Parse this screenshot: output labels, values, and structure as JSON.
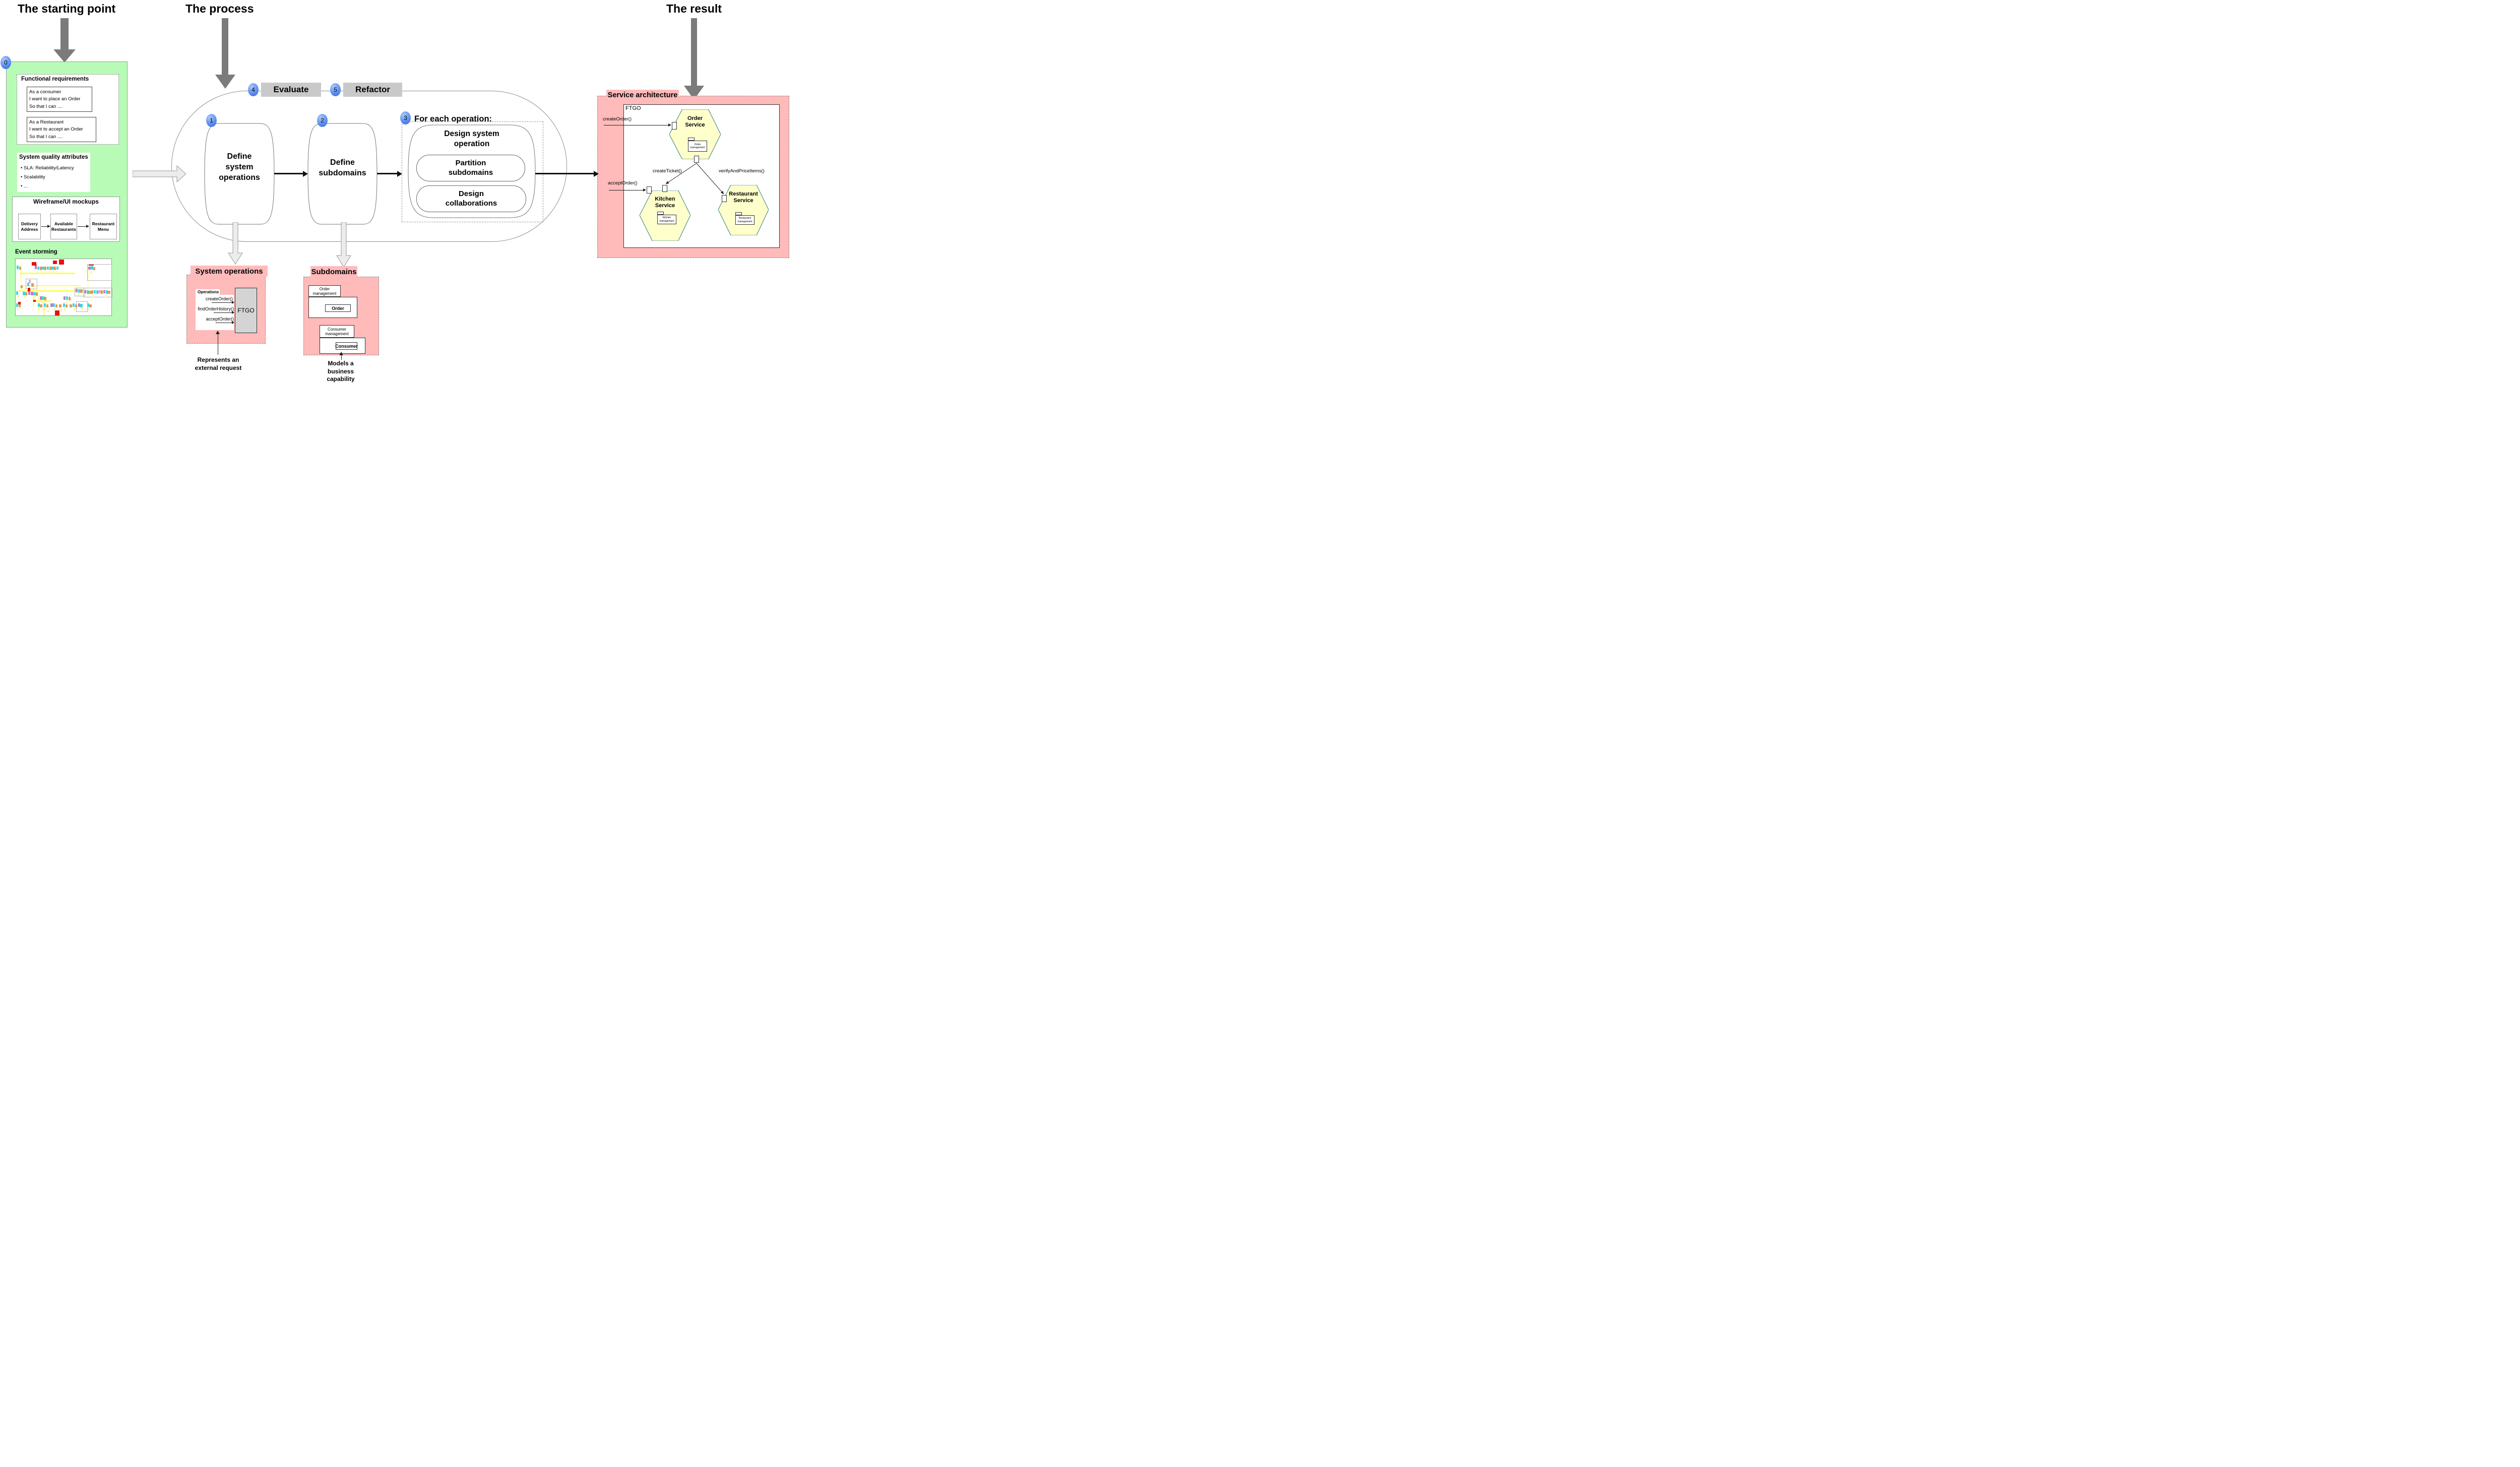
{
  "titles": {
    "starting_point": "The starting point",
    "process": "The process",
    "result": "The result"
  },
  "steps": {
    "s0": "0",
    "s1": "1",
    "s2": "2",
    "s3": "3",
    "s4": "4",
    "s5": "5"
  },
  "process": {
    "evaluate": "Evaluate",
    "refactor": "Refactor",
    "step1": "Define\nsystem\noperations",
    "step2": "Define\nsubdomains",
    "step3_title": "For each operation:",
    "design_system_operation": "Design system\noperation",
    "partition_subdomains": "Partition\nsubdomains",
    "design_collaborations": "Design\ncollaborations"
  },
  "starting_point": {
    "functional_requirements": {
      "title": "Functional requirements",
      "story1": "As a consumer\nI want to place an Order\nSo that I can ....",
      "story2": "As a Restaurant\nI want to accept an Order\nSo that I can ...."
    },
    "quality_attributes": {
      "title": "System quality attributes",
      "items": [
        "• SLA: Reliability/Latency",
        "• Scalability",
        "• ..."
      ]
    },
    "wireframes": {
      "title": "Wireframe/UI mockups",
      "screens": [
        "Delivery\nAddress",
        "Available\nRestaurants",
        "Restaurant\nMenu"
      ]
    },
    "event_storming": {
      "title": "Event storming",
      "palette": {
        "c": "#3ed8e0",
        "o": "#e29b52",
        "p": "#b283cf",
        "y": "#fcf6a0",
        "Y": "#ffff4f",
        "r": "#e81010",
        "k": "#efa8d2"
      },
      "notes": [
        [
          5,
          8,
          0.8,
          34,
          "Y"
        ],
        [
          75,
          9,
          0.8,
          58,
          "Y"
        ],
        [
          18,
          52,
          0.8,
          32,
          "Y"
        ],
        [
          23,
          60,
          0.8,
          36,
          "Y"
        ],
        [
          29,
          77,
          0.8,
          23,
          "Y"
        ],
        [
          4,
          24,
          58,
          3,
          "Y"
        ],
        [
          8,
          46,
          60,
          2.5,
          "Y"
        ],
        [
          3,
          55,
          72,
          3,
          "Y"
        ],
        [
          20,
          73,
          17,
          2.5,
          "Y"
        ],
        [
          17,
          5,
          4.5,
          7,
          "r"
        ],
        [
          39,
          3,
          4,
          6,
          "r"
        ],
        [
          45.5,
          0.5,
          5,
          9,
          "r"
        ],
        [
          20,
          10,
          2,
          2.5,
          "r"
        ],
        [
          76.5,
          9.5,
          5,
          2.5,
          "r"
        ],
        [
          12.5,
          51,
          2.5,
          7,
          "r"
        ],
        [
          18.5,
          72,
          2.5,
          4,
          "r"
        ],
        [
          2.5,
          76,
          2.5,
          4,
          "r"
        ],
        [
          41,
          91,
          5,
          9,
          "r"
        ],
        [
          74.5,
          9,
          25,
          28,
          "b"
        ],
        [
          10.5,
          35,
          11,
          17,
          "b"
        ],
        [
          61.5,
          51,
          10,
          13,
          "b"
        ],
        [
          70.5,
          51,
          29.5,
          15,
          "b"
        ],
        [
          63,
          75,
          11,
          17,
          "b"
        ],
        [
          1,
          12,
          2.3,
          6,
          "c"
        ],
        [
          3.5,
          13,
          2.3,
          6,
          "o"
        ],
        [
          20,
          12,
          2.3,
          6,
          "p"
        ],
        [
          22.5,
          13,
          2.3,
          6,
          "c"
        ],
        [
          25,
          13.5,
          2.3,
          6,
          "o"
        ],
        [
          27.5,
          13,
          2.3,
          6,
          "c"
        ],
        [
          30,
          13.5,
          2.3,
          6,
          "o"
        ],
        [
          32.5,
          13,
          2.3,
          6,
          "c"
        ],
        [
          35,
          13.5,
          2.3,
          6,
          "o"
        ],
        [
          37.5,
          13,
          2.3,
          6,
          "c"
        ],
        [
          40,
          13.5,
          2.3,
          6,
          "o"
        ],
        [
          42.5,
          13,
          2.3,
          6,
          "c"
        ],
        [
          22,
          21,
          1.8,
          4.5,
          "y"
        ],
        [
          26,
          21.5,
          1.8,
          4.5,
          "y"
        ],
        [
          30,
          21.5,
          1.8,
          4.5,
          "y"
        ],
        [
          34,
          21.5,
          1.8,
          4.5,
          "y"
        ],
        [
          38,
          21,
          1.8,
          4.5,
          "y"
        ],
        [
          42,
          21,
          1.8,
          4.5,
          "y"
        ],
        [
          76,
          13,
          2.3,
          6,
          "p"
        ],
        [
          78.5,
          12.5,
          2.3,
          6,
          "c"
        ],
        [
          81,
          14,
          2.3,
          6,
          "o"
        ],
        [
          78,
          21,
          1.8,
          4.5,
          "y"
        ],
        [
          13.5,
          37,
          2.5,
          6,
          "k"
        ],
        [
          12,
          42,
          2.3,
          6,
          "c"
        ],
        [
          16.5,
          43,
          2.3,
          6,
          "o"
        ],
        [
          5,
          46,
          2.3,
          6,
          "o"
        ],
        [
          0.5,
          57,
          2.3,
          6,
          "c"
        ],
        [
          2,
          64,
          1.8,
          4.5,
          "y"
        ],
        [
          7.5,
          58,
          2.3,
          6,
          "c"
        ],
        [
          10,
          58.5,
          2.3,
          6,
          "o"
        ],
        [
          13,
          57.5,
          2.3,
          6,
          "p"
        ],
        [
          9,
          65,
          1.8,
          4.5,
          "y"
        ],
        [
          16,
          58,
          2.3,
          6,
          "p"
        ],
        [
          18.5,
          58.5,
          2.3,
          6,
          "c"
        ],
        [
          21,
          59,
          2.3,
          6,
          "o"
        ],
        [
          19.5,
          66,
          1.8,
          4.5,
          "y"
        ],
        [
          62.5,
          53,
          2.3,
          6,
          "p"
        ],
        [
          65,
          53.5,
          2.3,
          6,
          "c"
        ],
        [
          67.5,
          54,
          2.3,
          6,
          "o"
        ],
        [
          64.5,
          61,
          1.8,
          4.5,
          "y"
        ],
        [
          71.5,
          55,
          2.3,
          6,
          "p"
        ],
        [
          74,
          55.5,
          2.3,
          6,
          "c"
        ],
        [
          76.5,
          56,
          2.3,
          6,
          "o"
        ],
        [
          79,
          55.5,
          2.3,
          6,
          "o"
        ],
        [
          81.5,
          55,
          2.3,
          6,
          "c"
        ],
        [
          84,
          55.5,
          2.3,
          6,
          "c"
        ],
        [
          86.5,
          55,
          2.3,
          6,
          "k"
        ],
        [
          89,
          55.5,
          2.3,
          6,
          "o"
        ],
        [
          91.5,
          55,
          2.3,
          6,
          "p"
        ],
        [
          94,
          55.5,
          2.3,
          6,
          "c"
        ],
        [
          96.5,
          56,
          2.3,
          6,
          "o"
        ],
        [
          80,
          63,
          1.8,
          4.5,
          "y"
        ],
        [
          93,
          63,
          1.8,
          4.5,
          "y"
        ],
        [
          25,
          66,
          2.3,
          6,
          "p"
        ],
        [
          27.5,
          66.5,
          2.3,
          6,
          "c"
        ],
        [
          30,
          67,
          2.3,
          6,
          "o"
        ],
        [
          27,
          74,
          1.8,
          4.5,
          "y"
        ],
        [
          50,
          66,
          2.3,
          6,
          "p"
        ],
        [
          52.5,
          66.5,
          2.3,
          6,
          "c"
        ],
        [
          55,
          67,
          2.3,
          6,
          "o"
        ],
        [
          52,
          74,
          1.8,
          4.5,
          "y"
        ],
        [
          0.5,
          79,
          2.3,
          6,
          "c"
        ],
        [
          3,
          80,
          2.3,
          6,
          "o"
        ],
        [
          1.5,
          87,
          1.8,
          4.5,
          "y"
        ],
        [
          23,
          79,
          2.3,
          6,
          "c"
        ],
        [
          25.5,
          80,
          2.3,
          6,
          "o"
        ],
        [
          23.5,
          87,
          1.8,
          4.5,
          "y"
        ],
        [
          29.5,
          79,
          2.3,
          6,
          "c"
        ],
        [
          32,
          80,
          2.3,
          6,
          "o"
        ],
        [
          30,
          87,
          1.8,
          4.5,
          "y"
        ],
        [
          33,
          89,
          1.8,
          4.5,
          "y"
        ],
        [
          36.5,
          78.5,
          2.3,
          6,
          "p"
        ],
        [
          39,
          79,
          2.3,
          6,
          "c"
        ],
        [
          41.5,
          80,
          2.3,
          6,
          "o"
        ],
        [
          40,
          87,
          1.8,
          4.5,
          "y"
        ],
        [
          45.5,
          80,
          2.3,
          6,
          "o"
        ],
        [
          46.5,
          88,
          1.8,
          4.5,
          "y"
        ],
        [
          49.5,
          79,
          2.3,
          6,
          "c"
        ],
        [
          52,
          80,
          2.3,
          6,
          "o"
        ],
        [
          50.5,
          87,
          1.8,
          4.5,
          "y"
        ],
        [
          56.5,
          80,
          2.3,
          6,
          "o"
        ],
        [
          59.5,
          79,
          2.3,
          6,
          "c"
        ],
        [
          62,
          80,
          2.3,
          6,
          "o"
        ],
        [
          60.5,
          87,
          1.8,
          4.5,
          "y"
        ],
        [
          65,
          78.5,
          2.3,
          6,
          "p"
        ],
        [
          67.5,
          79.5,
          2.3,
          6,
          "c"
        ],
        [
          68.5,
          87,
          1.8,
          4.5,
          "y"
        ],
        [
          74.5,
          79,
          2.3,
          6,
          "c"
        ],
        [
          77,
          80,
          2.3,
          6,
          "o"
        ],
        [
          75.5,
          87,
          1.8,
          4.5,
          "y"
        ]
      ]
    }
  },
  "system_operations": {
    "title": "System operations",
    "panel_label": "Operations",
    "operations": [
      "createOrder()",
      "findOrderHistory()",
      "acceptOrder()"
    ],
    "target": "FTGO",
    "note": "Represents an\nexternal request"
  },
  "subdomains": {
    "title": "Subdomains",
    "domains": [
      {
        "name": "Order\nmanagement",
        "entity": "Order"
      },
      {
        "name": "Consumer\nmanagement",
        "entity": "Consumer"
      }
    ],
    "note": "Models a\nbusiness\ncapability"
  },
  "service_architecture": {
    "title": "Service architecture",
    "system": "FTGO",
    "services": [
      {
        "name": "Order\nService",
        "component": "Order\nmanagement"
      },
      {
        "name": "Kitchen\nService",
        "component": "Kitchen\nmanagement"
      },
      {
        "name": "Restaurant\nService",
        "component": "Restaurant\nmanagement"
      }
    ],
    "operations": {
      "createOrder": "createOrder()",
      "acceptOrder": "acceptOrder()",
      "createTicket": "createTicket()",
      "verifyAndPriceItems": "verifyAndPriceItems()"
    }
  },
  "colors": {
    "green": "#b7fbb7",
    "pink": "#ffbaba",
    "hex_yellow": "#ffffcc",
    "hex_border": "#2e7d7d",
    "gray_label": "#c9c9c9",
    "ftgo_gray": "#d4d4d4",
    "block_arrow": "#7b7b7b",
    "accent_blue": "#3767d8"
  }
}
